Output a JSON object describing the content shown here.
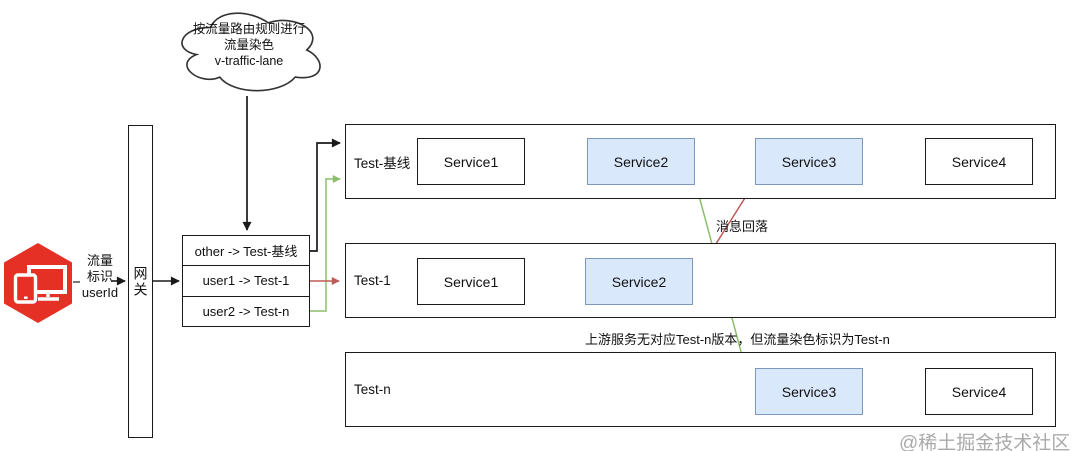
{
  "cloud": {
    "lines": [
      "按流量路由规则进行",
      "流量染色",
      "v-traffic-lane"
    ]
  },
  "source": {
    "icon": "red-hexagon-devices-icon",
    "lines": [
      "流量",
      "标识",
      "userId"
    ]
  },
  "gateway": {
    "label": "网关"
  },
  "routing_table": {
    "rows": [
      "other -> Test-基线",
      "user1 -> Test-1",
      "user2 -> Test-n"
    ]
  },
  "lanes": [
    {
      "label": "Test-基线",
      "services": [
        {
          "label": "Service1",
          "highlighted": false
        },
        {
          "label": "Service2",
          "highlighted": true
        },
        {
          "label": "Service3",
          "highlighted": true
        },
        {
          "label": "Service4",
          "highlighted": false
        }
      ]
    },
    {
      "label": "Test-1",
      "services": [
        {
          "label": "Service1",
          "highlighted": false
        },
        {
          "label": "Service2",
          "highlighted": true
        }
      ]
    },
    {
      "label": "Test-n",
      "services": [
        {
          "label": "Service3",
          "highlighted": true
        },
        {
          "label": "Service4",
          "highlighted": false
        }
      ]
    }
  ],
  "annotations": {
    "message_fallback": "消息回落",
    "upstream_note": "上游服务无对应Test-n版本，但流量染色标识为Test-n",
    "watermark": "@稀土掘金技术社区"
  },
  "colors": {
    "baseline_flow": "#1a1a1a",
    "test1_flow": "#bd5a55",
    "testn_flow": "#8cbe6e",
    "service_highlight_fill": "#dae8fc",
    "service_highlight_border": "#7d97bd",
    "icon_red": "#e53125"
  }
}
